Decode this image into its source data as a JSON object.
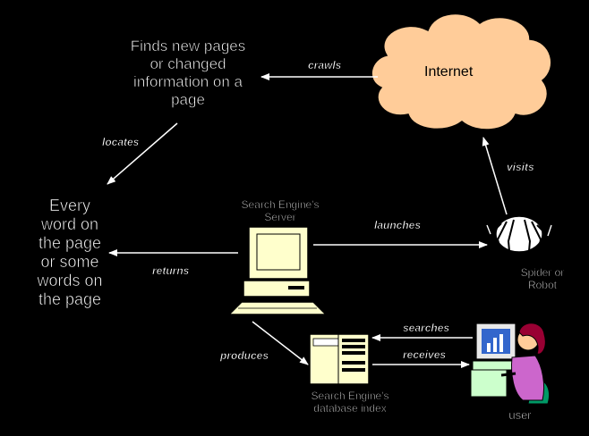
{
  "nodes": {
    "internet": "Internet",
    "finds_line1": "Finds new pages",
    "finds_line2": "or changed",
    "finds_line3": "information on a",
    "finds_line4": "page",
    "every_line1": "Every",
    "every_line2": "word on",
    "every_line3": "the page",
    "every_line4": "or some",
    "every_line5": "words on",
    "every_line6": "the page",
    "server_line1": "Search Engine's",
    "server_line2": "Server",
    "spider_line1": "Spider or",
    "spider_line2": "Robot",
    "db_line1": "Search Engine's",
    "db_line2": "database index",
    "user": "user"
  },
  "edges": {
    "crawls": "crawls",
    "locates": "locates",
    "visits": "visits",
    "launches": "launches",
    "returns": "returns",
    "searches": "searches",
    "produces": "produces",
    "receives": "receives"
  },
  "colors": {
    "cloud": "#ffcc99",
    "monitor": "#ffffcc",
    "database": "#ffffcc",
    "user_shirt": "#cc66cc",
    "user_hair": "#990033",
    "arrow": "#ffffff"
  },
  "icons": [
    "cloud-icon",
    "server-computer-icon",
    "spider-icon",
    "database-server-icon",
    "user-at-computer-icon"
  ]
}
